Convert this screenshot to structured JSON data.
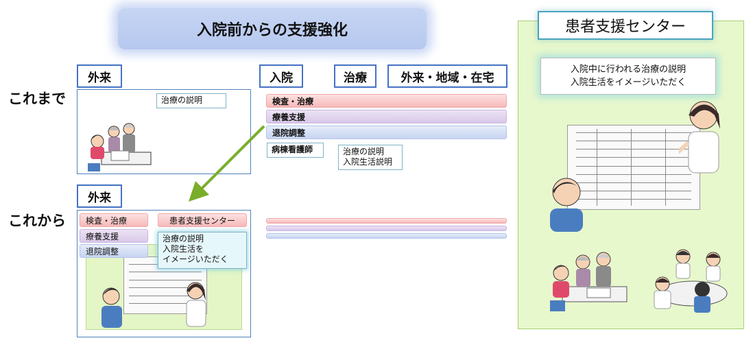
{
  "banner": "入院前からの支援強化",
  "headings": {
    "outpatient_before": "外来",
    "admission": "入院",
    "treatment": "治療",
    "community": "外来・地域・在宅",
    "outpatient_after": "外来"
  },
  "row_labels": {
    "before": "これまで",
    "after": "これから"
  },
  "before": {
    "treatment_explanation": "治療の説明",
    "bars": [
      "検査・治療",
      "療養支援",
      "退院調整"
    ],
    "ward_nurse": "病棟看護師",
    "explanation_lines": [
      "治療の説明",
      "入院生活説明"
    ]
  },
  "after": {
    "items": [
      "検査・治療",
      "療養支援",
      "退院調整"
    ],
    "center_label": "患者支援センター",
    "explanation_lines": [
      "治療の説明",
      "入院生活を",
      "イメージいただく"
    ]
  },
  "right": {
    "title": "患者支援センター",
    "speech_lines": [
      "入院中に行われる治療の説明",
      "入院生活をイメージいただく"
    ]
  },
  "colors": {
    "red_bar": "#f7b9b9",
    "purple_bar": "#d9c8ea",
    "blue_bar": "#c7d5f1",
    "arrow": "#7aad2a",
    "panel_green": "#e8f8cd",
    "heading_border": "#4472c4"
  }
}
